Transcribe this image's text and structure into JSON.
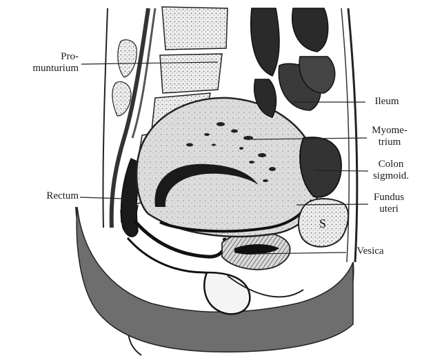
{
  "figure": {
    "labels": {
      "promunturium": [
        "Pro-",
        "munturium"
      ],
      "rectum": [
        "Rectum"
      ],
      "ileum": [
        "Ileum"
      ],
      "myometrium": [
        "Myome-",
        "trium"
      ],
      "colon_sigmoid": [
        "Colon",
        "sigmoid."
      ],
      "fundus_uteri": [
        "Fundus",
        "uteri"
      ],
      "vesica": [
        "Vesica"
      ],
      "s_mark": "S"
    }
  }
}
